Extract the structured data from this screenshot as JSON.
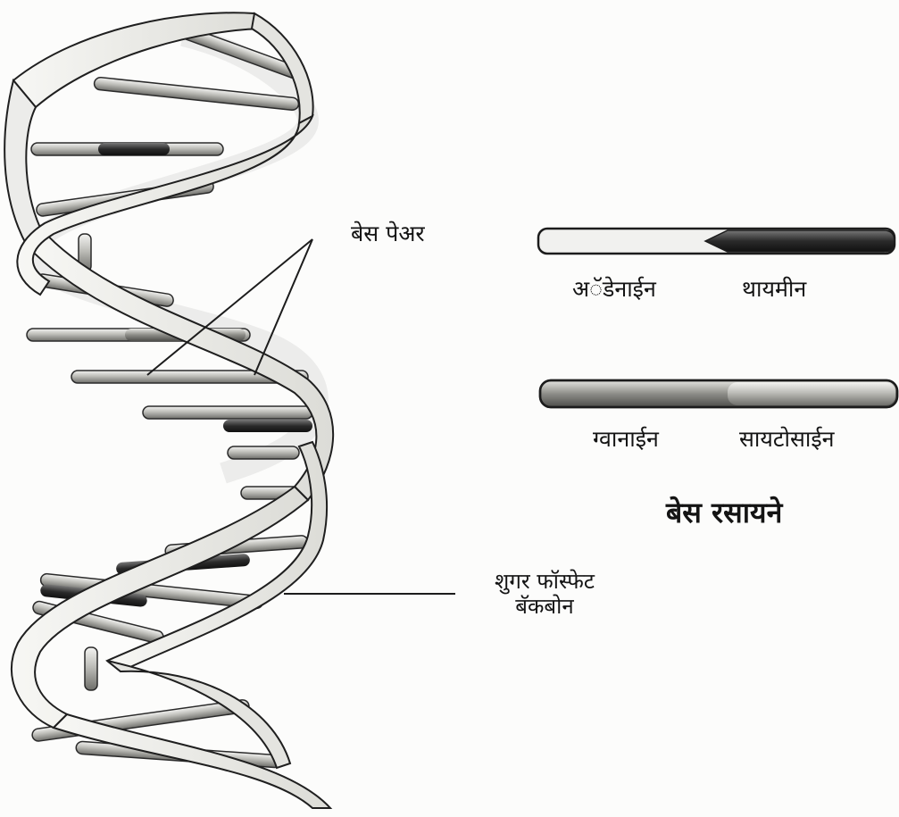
{
  "labels": {
    "base_pair": "बेस पेअर",
    "adenine": "अॅडेनाईन",
    "thymine": "थायमीन",
    "guanine": "ग्वानाईन",
    "cytosine": "सायटोसाईन",
    "bases_title": "बेस रसायने",
    "backbone_line1": "शुगर फॉस्फेट",
    "backbone_line2": "बॅकबोन"
  }
}
